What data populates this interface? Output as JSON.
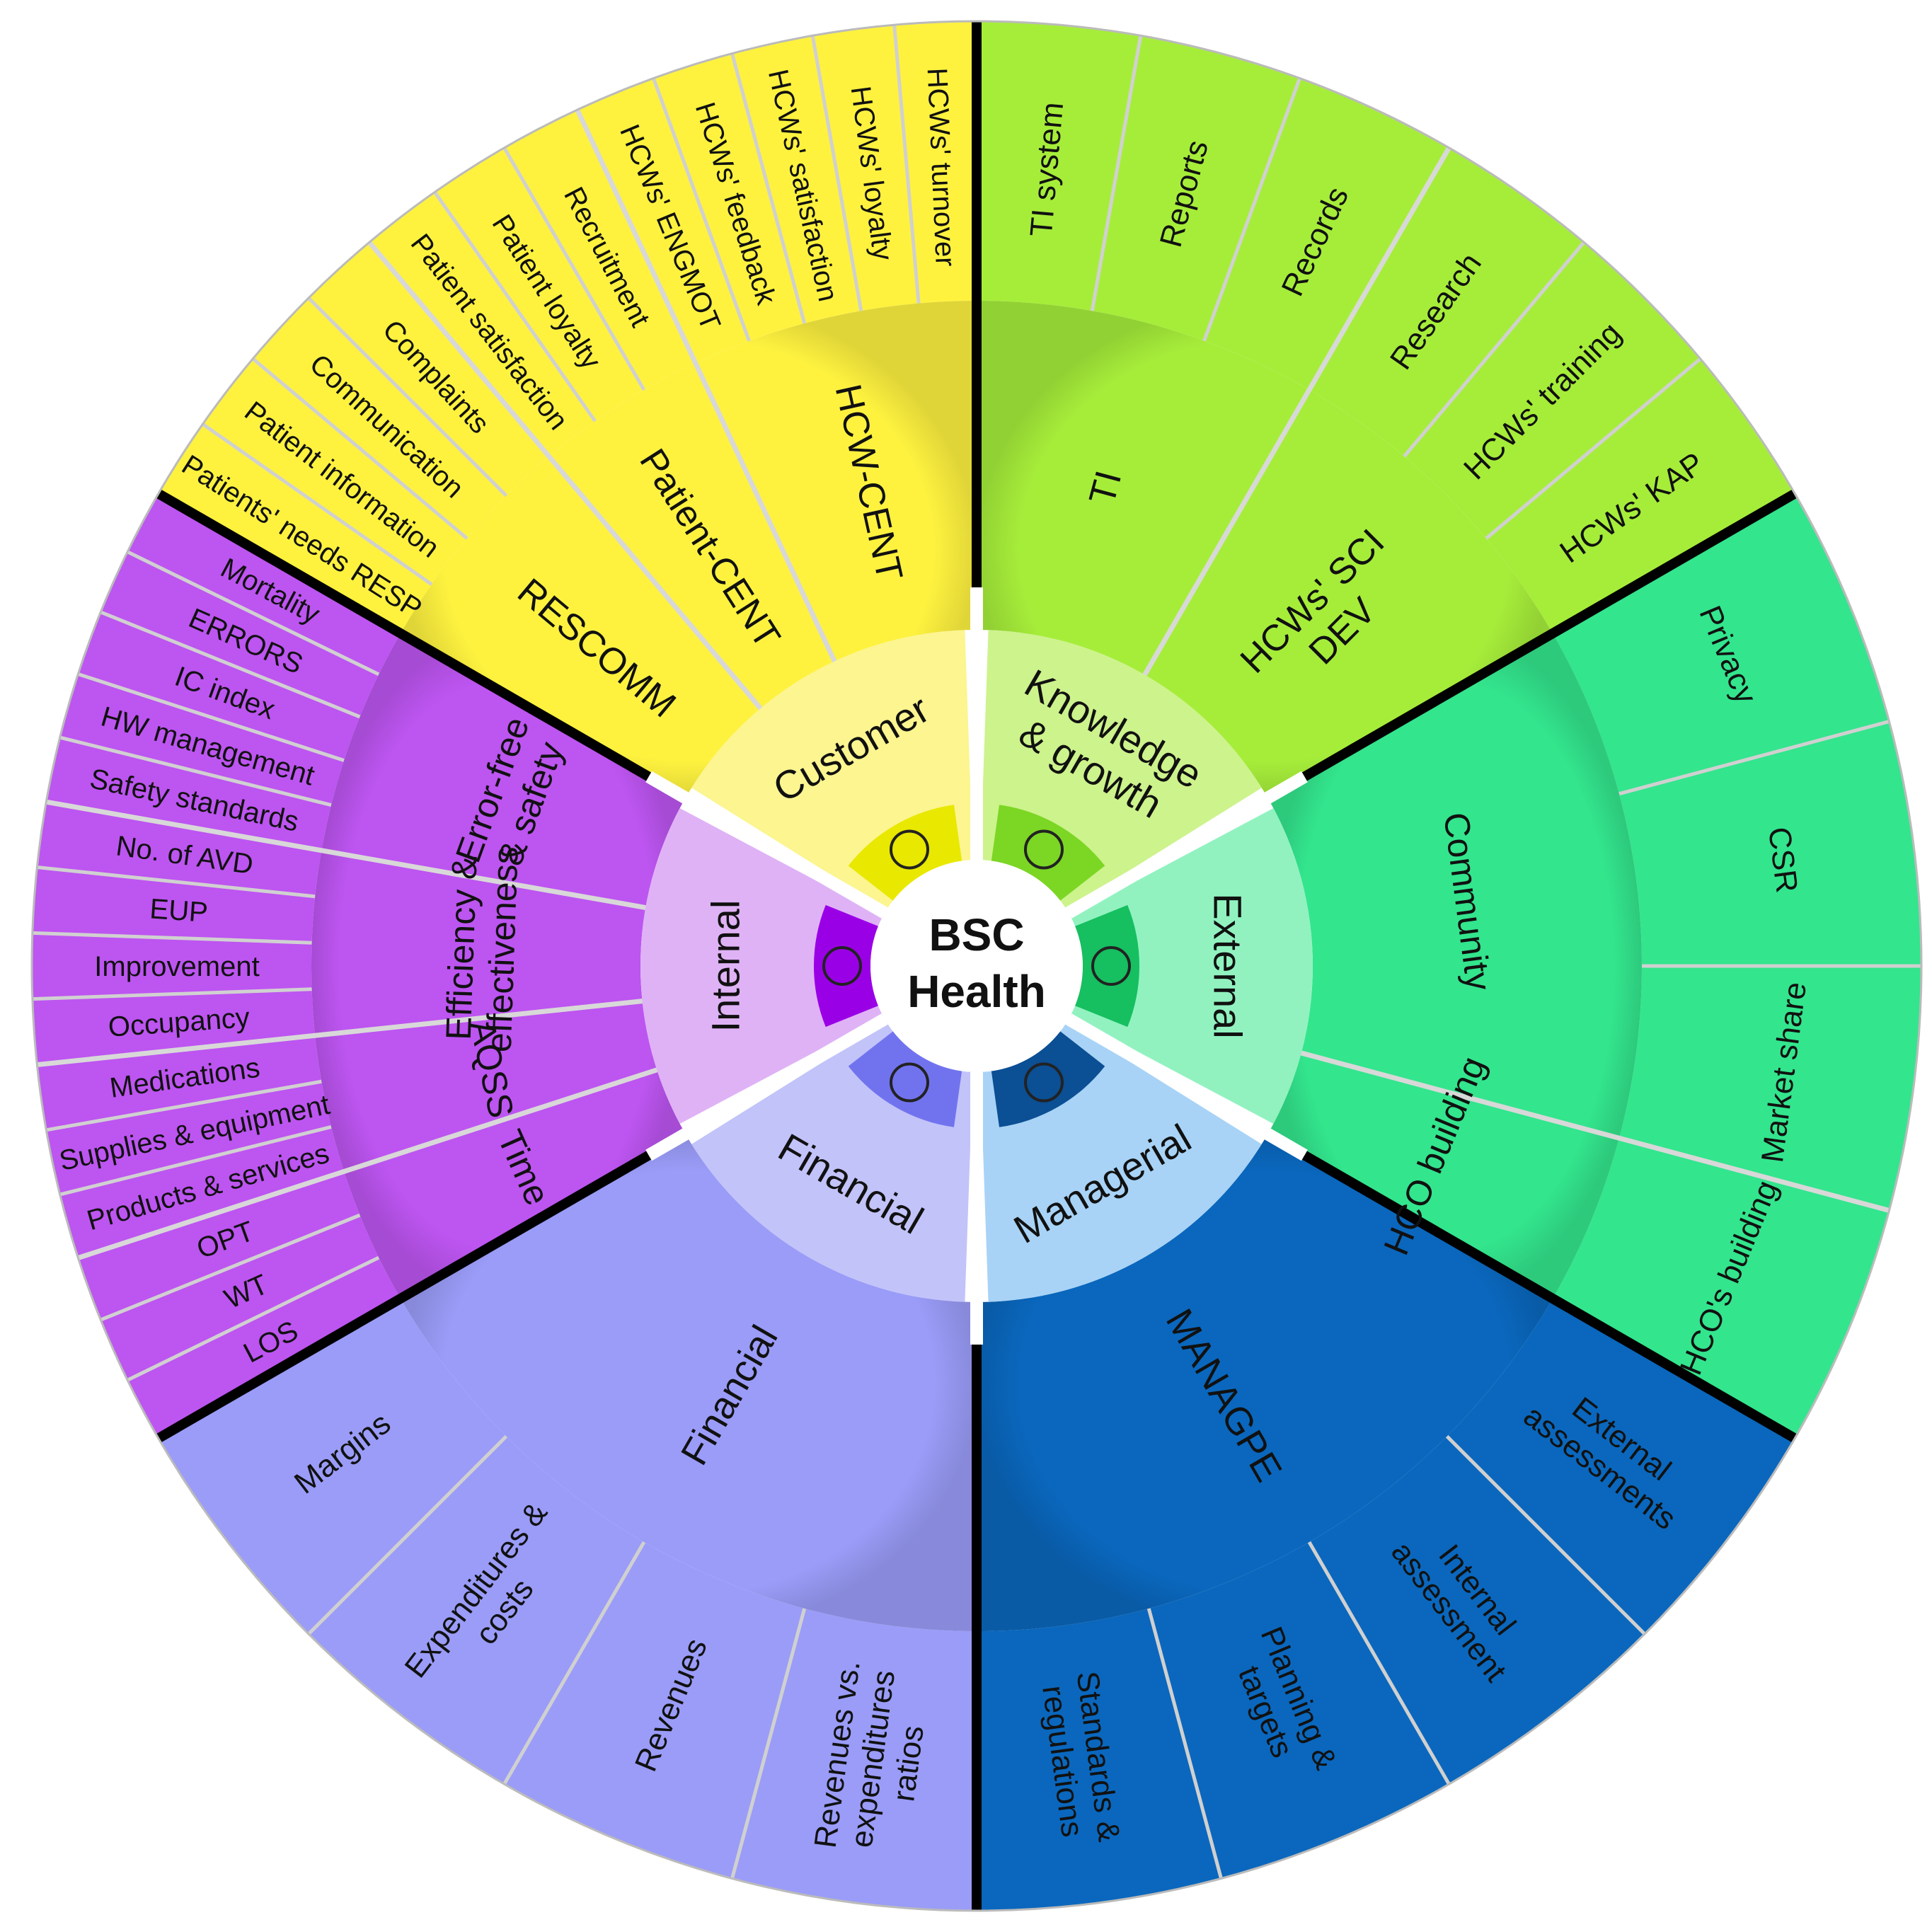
{
  "center": {
    "line1": "BSC",
    "line2": "Health"
  },
  "colors": {
    "customer": "#fef23f",
    "customer_inner": "#fcf590",
    "customer_icon": "#e8e800",
    "knowledge": "#a6ed3a",
    "knowledge_inner": "#cdf38c",
    "knowledge_icon": "#7cd624",
    "external": "#33e58d",
    "external_inner": "#91f2c0",
    "external_icon": "#16bf5f",
    "managerial": "#0a67bd",
    "managerial_inner": "#a8d3f6",
    "managerial_icon": "#0b4f94",
    "financial": "#9a9cf8",
    "financial_inner": "#c2c3f9",
    "financial_icon": "#7173ee",
    "internal": "#bd55f1",
    "internal_inner": "#dfb2f6",
    "internal_icon": "#9a00e6"
  },
  "sectors": [
    {
      "key": "customer",
      "title": "Customer",
      "icon": "hand-with-person-icon",
      "groups": [
        {
          "label": "RESCOMM",
          "items": [
            "Patients' needs RESP",
            "Patient information",
            "Communication",
            "Complaints"
          ]
        },
        {
          "label": "Patient-CENT",
          "items": [
            "Patient satisfaction",
            "Patient loyalty",
            "Recruitment"
          ]
        },
        {
          "label": "HCW-CENT",
          "items": [
            "HCWs' ENGMOT",
            "HCWs' feedback",
            "HCWs' satisfaction",
            "HCWs' loyalty",
            "HCWs' turnover"
          ]
        }
      ]
    },
    {
      "key": "knowledge",
      "title": "Knowledge & growth",
      "title_lines": [
        "Knowledge",
        "& growth"
      ],
      "icon": "head-with-gears-icon",
      "groups": [
        {
          "label": "TI",
          "items": [
            "TI system",
            "Reports",
            "Records"
          ]
        },
        {
          "label": "HCWs' SCI DEV",
          "label_lines": [
            "HCWs' SCI",
            "DEV"
          ],
          "items": [
            "Research",
            "HCWs' training",
            "HCWs' KAP"
          ]
        }
      ]
    },
    {
      "key": "external",
      "title": "External",
      "icon": "globe-with-leaves-icon",
      "groups": [
        {
          "label": "Community",
          "items": [
            "Privacy",
            "CSR",
            "Market share"
          ]
        },
        {
          "label": "HCO building",
          "items": [
            "HCO's building"
          ]
        }
      ]
    },
    {
      "key": "managerial",
      "title": "Managerial",
      "icon": "network-people-icon",
      "groups": [
        {
          "label": "MANAGPE",
          "items": [
            "External assessments",
            "Internal assessment",
            "Planning & targets",
            "Standards & regulations"
          ]
        }
      ]
    },
    {
      "key": "financial",
      "title": "Financial",
      "icon": "money-bag-coins-icon",
      "groups": [
        {
          "label": "Financial",
          "items": [
            "Revenues vs. expenditures ratios",
            "Revenues",
            "Expenditures & costs",
            "Margins"
          ]
        }
      ]
    },
    {
      "key": "internal",
      "title": "Internal",
      "icon": "gears-with-chart-icon",
      "groups": [
        {
          "label": "Time",
          "items": [
            "LOS",
            "WT",
            "OPT"
          ]
        },
        {
          "label": "AQSS",
          "items": [
            "Products & services",
            "Supplies & equipment",
            "Medications"
          ]
        },
        {
          "label": "Efficiency & effectiveness",
          "label_lines": [
            "Efficiency &",
            "effectiveness"
          ],
          "items": [
            "Occupancy",
            "Improvement",
            "EUP",
            "No. of AVD"
          ]
        },
        {
          "label": "Error-free & safety",
          "label_lines": [
            "Error-free",
            "& safety"
          ],
          "items": [
            "Safety standards",
            "HW management",
            "IC index",
            "ERRORS",
            "Mortality"
          ]
        }
      ]
    }
  ]
}
